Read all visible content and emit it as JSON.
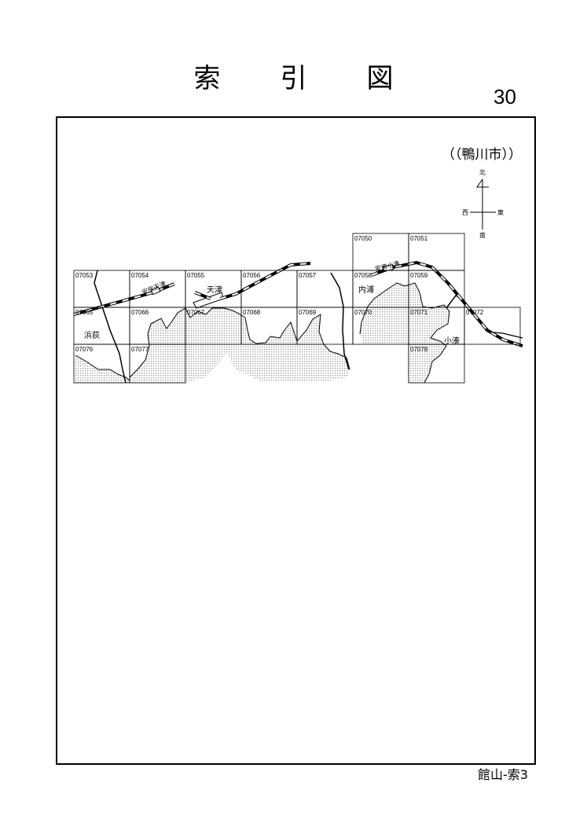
{
  "title": [
    "索",
    "引",
    "図"
  ],
  "page_number": "30",
  "city": "（（鴨川市））",
  "footer": "館山-索3",
  "compass": {
    "north": "北",
    "south": "南",
    "east": "東",
    "west": "西"
  },
  "grid_cells": [
    "07050",
    "07051",
    "07053",
    "07054",
    "07055",
    "07056",
    "07057",
    "07058",
    "07059",
    "07065",
    "07066",
    "07067",
    "07068",
    "07069",
    "07070",
    "07071",
    "07072",
    "07076",
    "07077",
    "07078"
  ],
  "places": {
    "amatsu": "天津",
    "hamaogi": "浜荻",
    "uchiura": "内浦",
    "kominato": "小湊"
  },
  "stations": {
    "awa_amatsu": "安房天津",
    "awa_kominato": "安房小湊"
  }
}
